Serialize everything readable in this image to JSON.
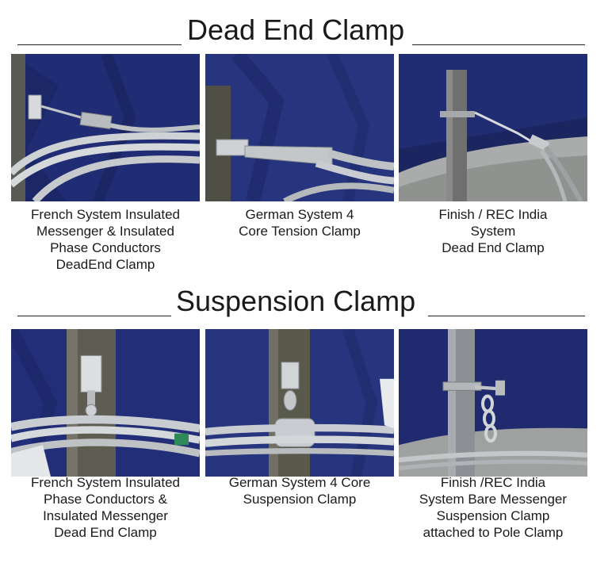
{
  "sections": [
    {
      "title": "Dead End Clamp",
      "items": [
        {
          "caption_lines": [
            "French System Insulated",
            "Messenger & Insulated",
            "Phase Conductors",
            "DeadEnd Clamp"
          ],
          "photo": "french-dead-end-clamp-photo"
        },
        {
          "caption_lines": [
            "German System 4",
            "Core Tension Clamp"
          ],
          "photo": "german-tension-clamp-photo"
        },
        {
          "caption_lines": [
            "Finish / REC India",
            "System",
            "Dead End Clamp"
          ],
          "photo": "finish-rec-dead-end-clamp-photo"
        }
      ]
    },
    {
      "title": "Suspension Clamp",
      "items": [
        {
          "caption_lines": [
            "French System Insulated",
            "Phase Conductors &",
            "Insulated Messenger",
            "Dead End Clamp"
          ],
          "photo": "french-suspension-clamp-photo"
        },
        {
          "caption_lines": [
            "German System 4 Core",
            "Suspension Clamp"
          ],
          "photo": "german-suspension-clamp-photo"
        },
        {
          "caption_lines": [
            "Finish /REC India",
            "System Bare Messenger",
            "Suspension Clamp",
            "attached to Pole Clamp"
          ],
          "photo": "finish-rec-suspension-clamp-photo"
        }
      ]
    }
  ],
  "colors": {
    "cloth_blue": "#23307a",
    "pole_grey": "#6f6f6f",
    "cable_silver": "#c9ccd0",
    "text": "#1a1a1a"
  }
}
